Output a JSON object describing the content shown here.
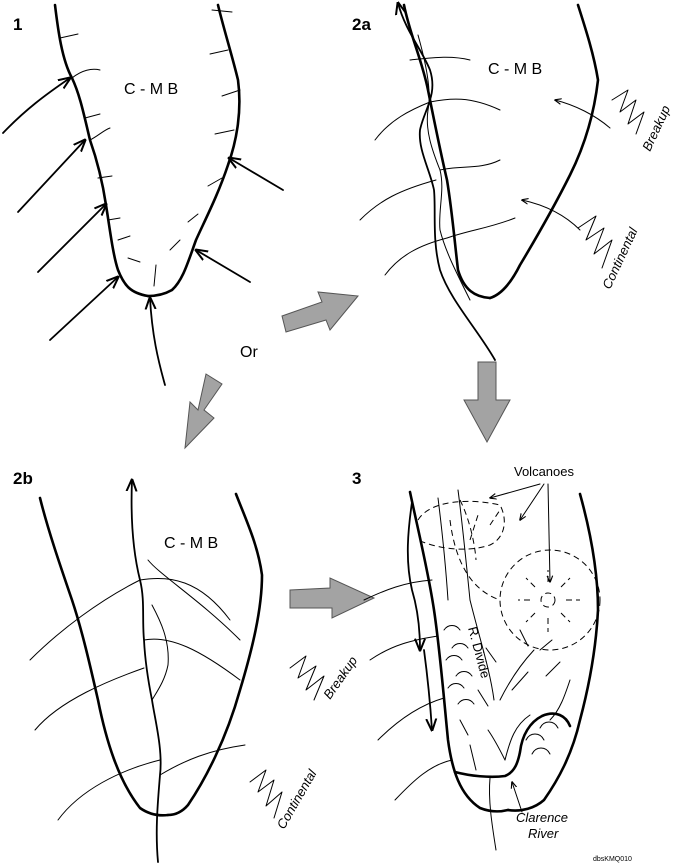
{
  "panels": {
    "p1": {
      "number": "1",
      "basin_label": "C - M B"
    },
    "p2a": {
      "number": "2a",
      "basin_label": "C - M B",
      "breakup_label": "Breakup",
      "continental_label": "Continental"
    },
    "p2b": {
      "number": "2b",
      "basin_label": "C - M B",
      "breakup_label": "Breakup",
      "continental_label": "Continental"
    },
    "p3": {
      "number": "3",
      "volcanoes_label": "Volcanoes",
      "divide_label": "R. Divide",
      "river_label_1": "Clarence",
      "river_label_2": "River"
    }
  },
  "connector": {
    "or_label": "Or"
  },
  "credit": "dbsKMQ010",
  "colors": {
    "line": "#000000",
    "arrow_fill": "#a3a3a3"
  }
}
